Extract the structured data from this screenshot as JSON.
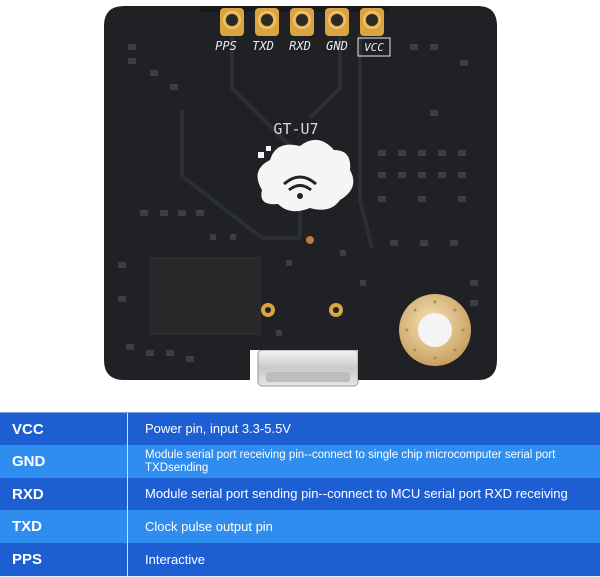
{
  "board": {
    "silkscreen_model": "GT-U7",
    "pin_labels": [
      "PPS",
      "TXD",
      "RXD",
      "GND",
      "VCC"
    ],
    "colors": {
      "pcb": "#1f2124",
      "pad_gold": "#d9a441",
      "copper_ring": "#e7c98e"
    },
    "logo_icon": "cloud-wifi-logo-icon"
  },
  "pin_table": {
    "colors": {
      "row_dark": "#1d5fd3",
      "row_light": "#2f8df0",
      "text": "#ffffff"
    },
    "rows": [
      {
        "name": "VCC",
        "description": "Power pin, input 3.3-5.5V"
      },
      {
        "name": "GND",
        "description": "Module serial port receiving pin--connect to single chip microcomputer serial port TXDsending"
      },
      {
        "name": "RXD",
        "description": "Module serial port sending pin--connect to MCU serial port RXD receiving"
      },
      {
        "name": "TXD",
        "description": "Clock pulse output pin"
      },
      {
        "name": "PPS",
        "description": "Interactive"
      }
    ]
  }
}
